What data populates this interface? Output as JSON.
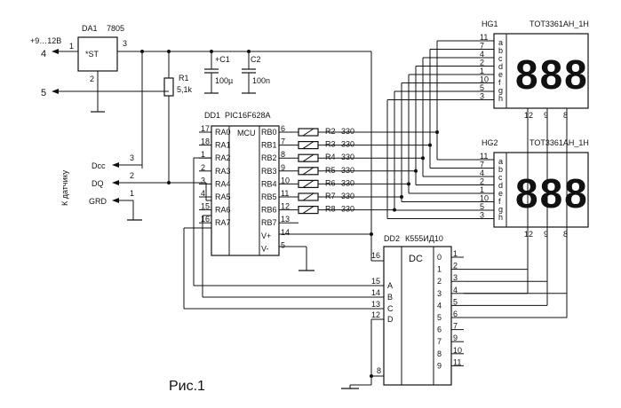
{
  "caption": "Рис.1",
  "supply": {
    "label": "+9…12В",
    "pin_top": "4",
    "pin_bottom": "5"
  },
  "regulator": {
    "ref": "DA1",
    "part": "7805",
    "inner": "*ST",
    "pin_in": "1",
    "pin_out": "3",
    "pin_gnd": "2"
  },
  "r1": {
    "ref": "R1",
    "value": "5,1k"
  },
  "c1": {
    "ref": "+C1",
    "value": "100µ"
  },
  "c2": {
    "ref": "C2",
    "value": "100n"
  },
  "connector": {
    "side_label": "К датчику",
    "lines": [
      {
        "name": "Dcc",
        "pin": "3"
      },
      {
        "name": "DQ",
        "pin": "2"
      },
      {
        "name": "GRD",
        "pin": "1"
      }
    ]
  },
  "mcu": {
    "ref": "DD1",
    "part": "PIC16F628A",
    "inner": "MCU",
    "left_pins": [
      {
        "num": "17",
        "name": "RA0"
      },
      {
        "num": "18",
        "name": "RA1"
      },
      {
        "num": "1",
        "name": "RA2"
      },
      {
        "num": "2",
        "name": "RA3"
      },
      {
        "num": "3",
        "name": "RA4"
      },
      {
        "num": "4",
        "name": "RA5"
      },
      {
        "num": "15",
        "name": "RA6"
      },
      {
        "num": "16",
        "name": "RA7"
      }
    ],
    "right_pins": [
      {
        "num": "6",
        "name": "RB0"
      },
      {
        "num": "7",
        "name": "RB1"
      },
      {
        "num": "8",
        "name": "RB2"
      },
      {
        "num": "9",
        "name": "RB3"
      },
      {
        "num": "10",
        "name": "RB4"
      },
      {
        "num": "11",
        "name": "RB5"
      },
      {
        "num": "12",
        "name": "RB6"
      },
      {
        "num": "13",
        "name": "RB7"
      },
      {
        "num": "14",
        "name": "V+"
      },
      {
        "num": "5",
        "name": "V-"
      }
    ]
  },
  "resistors": [
    {
      "ref": "R2",
      "value": "330"
    },
    {
      "ref": "R3",
      "value": "330"
    },
    {
      "ref": "R4",
      "value": "330"
    },
    {
      "ref": "R5",
      "value": "330"
    },
    {
      "ref": "R6",
      "value": "330"
    },
    {
      "ref": "R7",
      "value": "330"
    },
    {
      "ref": "R8",
      "value": "330"
    }
  ],
  "displays": [
    {
      "ref": "HG1",
      "part": "TOT3361AH_1H",
      "digits": "888"
    },
    {
      "ref": "HG2",
      "part": "TOT3361AH_1H",
      "digits": "888"
    }
  ],
  "display_pins": {
    "segment_pins": [
      "11",
      "7",
      "4",
      "2",
      "1",
      "10",
      "5",
      "3"
    ],
    "segment_names": [
      "a",
      "b",
      "c",
      "d",
      "e",
      "f",
      "g",
      "h"
    ],
    "common_pins": [
      "12",
      "9",
      "8"
    ]
  },
  "decoder": {
    "ref": "DD2",
    "part": "К555ИД10",
    "inner": "DC",
    "pin_vcc": "16",
    "pin_gnd": "8",
    "inputs": [
      {
        "num": "15",
        "name": "A"
      },
      {
        "num": "14",
        "name": "B"
      },
      {
        "num": "13",
        "name": "C"
      },
      {
        "num": "12",
        "name": "D"
      }
    ],
    "outputs": [
      {
        "num": "1",
        "idx": "0"
      },
      {
        "num": "2",
        "idx": "1"
      },
      {
        "num": "3",
        "idx": "2"
      },
      {
        "num": "4",
        "idx": "3"
      },
      {
        "num": "5",
        "idx": "4"
      },
      {
        "num": "6",
        "idx": "5"
      },
      {
        "num": "7",
        "idx": "6"
      },
      {
        "num": "9",
        "idx": "7"
      },
      {
        "num": "10",
        "idx": "8"
      },
      {
        "num": "11",
        "idx": "9"
      }
    ]
  }
}
